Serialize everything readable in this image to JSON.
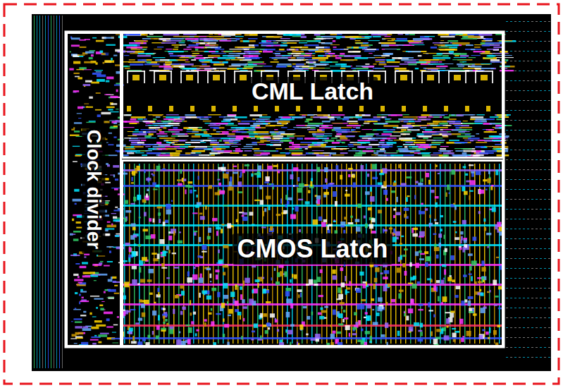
{
  "diagram": {
    "nodes": [
      {
        "text": [
          "Clock divider"
        ]
      },
      {
        "text": [
          "CML Latch"
        ]
      },
      {
        "text": [
          "CMOS Latch"
        ]
      }
    ]
  }
}
